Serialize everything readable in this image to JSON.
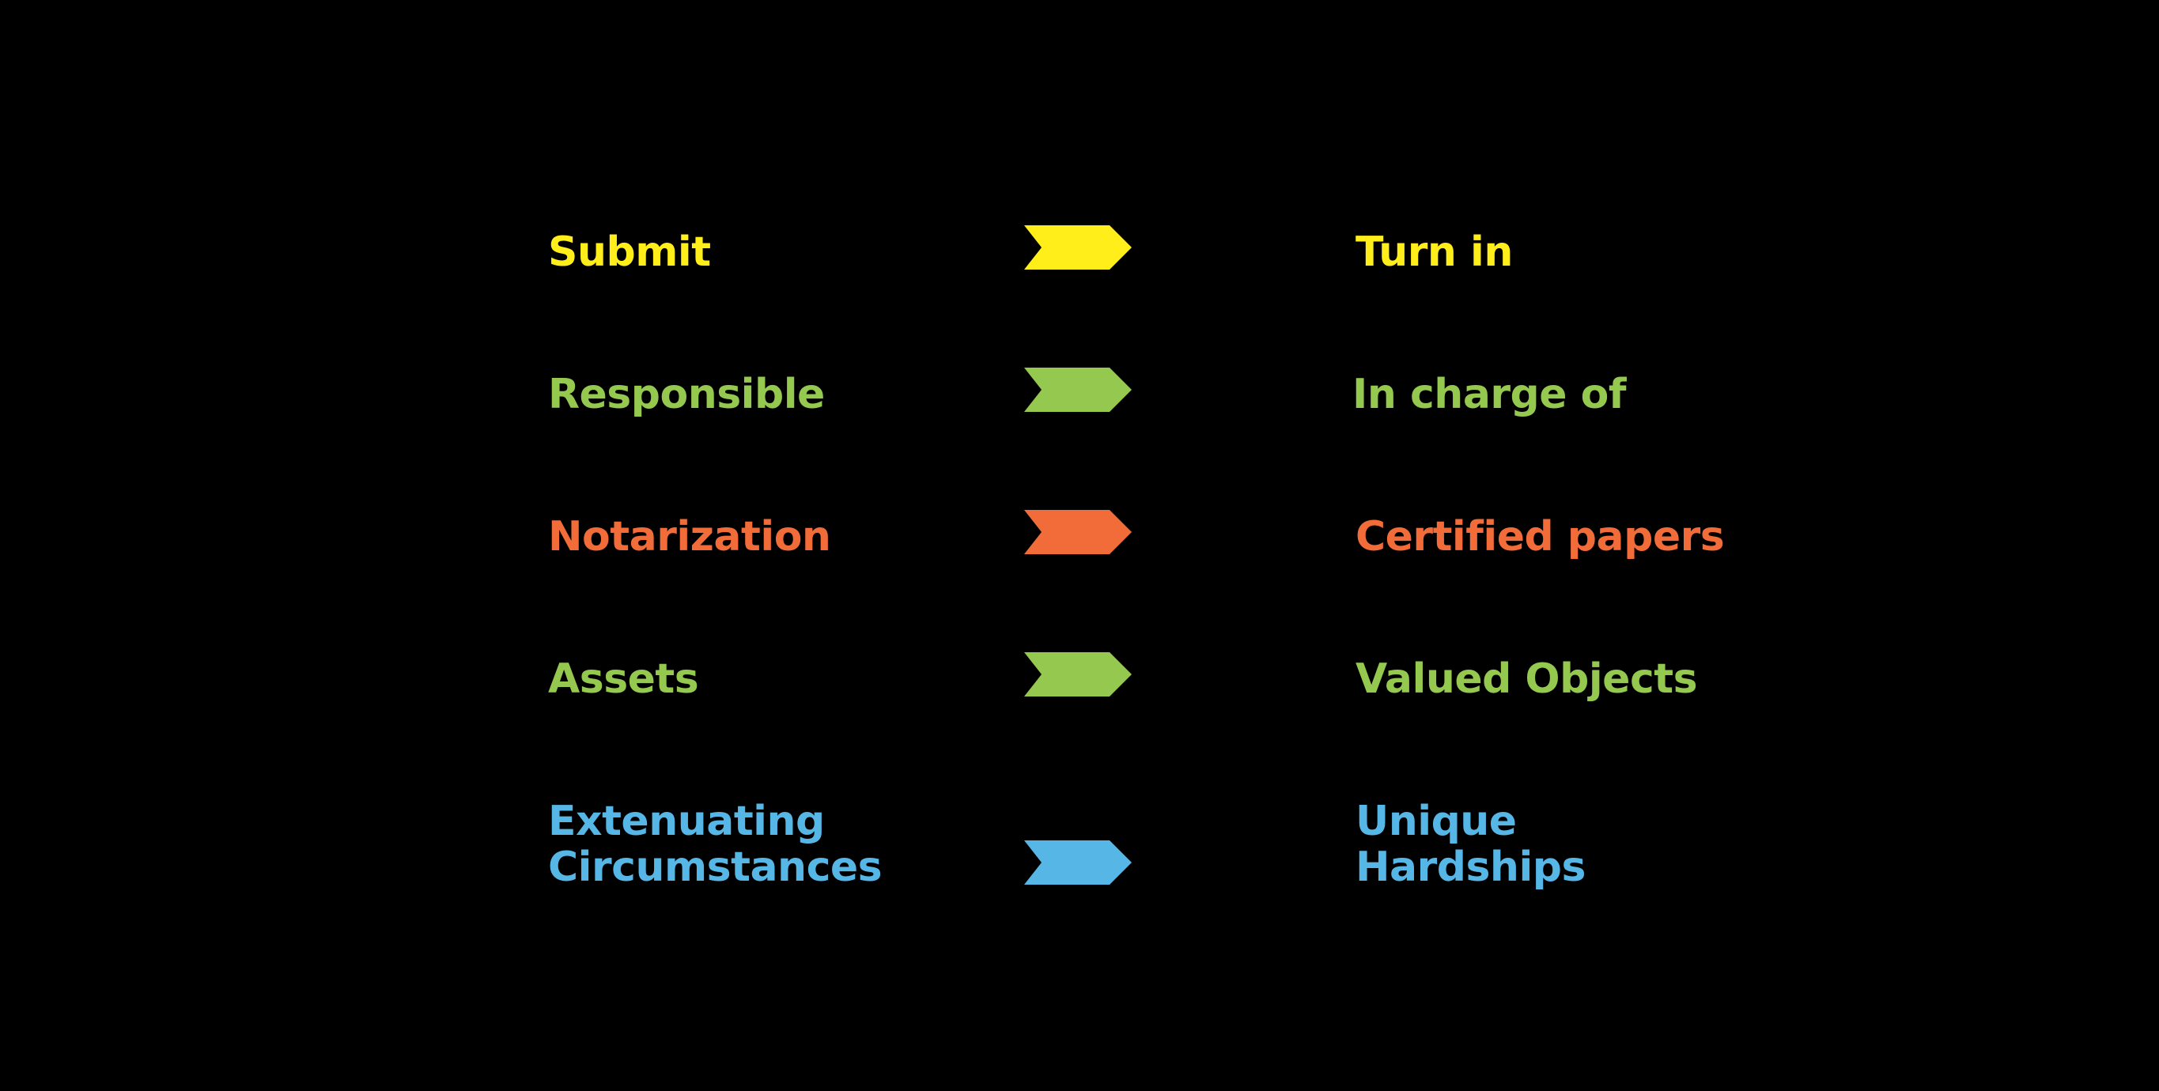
{
  "rows": [
    {
      "term_lines": [
        "Submit"
      ],
      "plain_lines": [
        "Turn in"
      ],
      "color": "#FFEE1A",
      "arrow_icon": "chevron-arrow-icon"
    },
    {
      "term_lines": [
        "Responsible"
      ],
      "plain_lines": [
        "In charge of"
      ],
      "color": "#95C84E",
      "arrow_icon": "chevron-arrow-icon"
    },
    {
      "term_lines": [
        "Notarization"
      ],
      "plain_lines": [
        "Certified papers"
      ],
      "color": "#F26C3A",
      "arrow_icon": "chevron-arrow-icon"
    },
    {
      "term_lines": [
        "Assets"
      ],
      "plain_lines": [
        "Valued Objects"
      ],
      "color": "#95C84E",
      "arrow_icon": "chevron-arrow-icon"
    },
    {
      "term_lines": [
        "Extenuating",
        "Circumstances"
      ],
      "plain_lines": [
        "Unique",
        "Hardships"
      ],
      "color": "#56B7E6",
      "arrow_icon": "chevron-arrow-icon"
    }
  ]
}
